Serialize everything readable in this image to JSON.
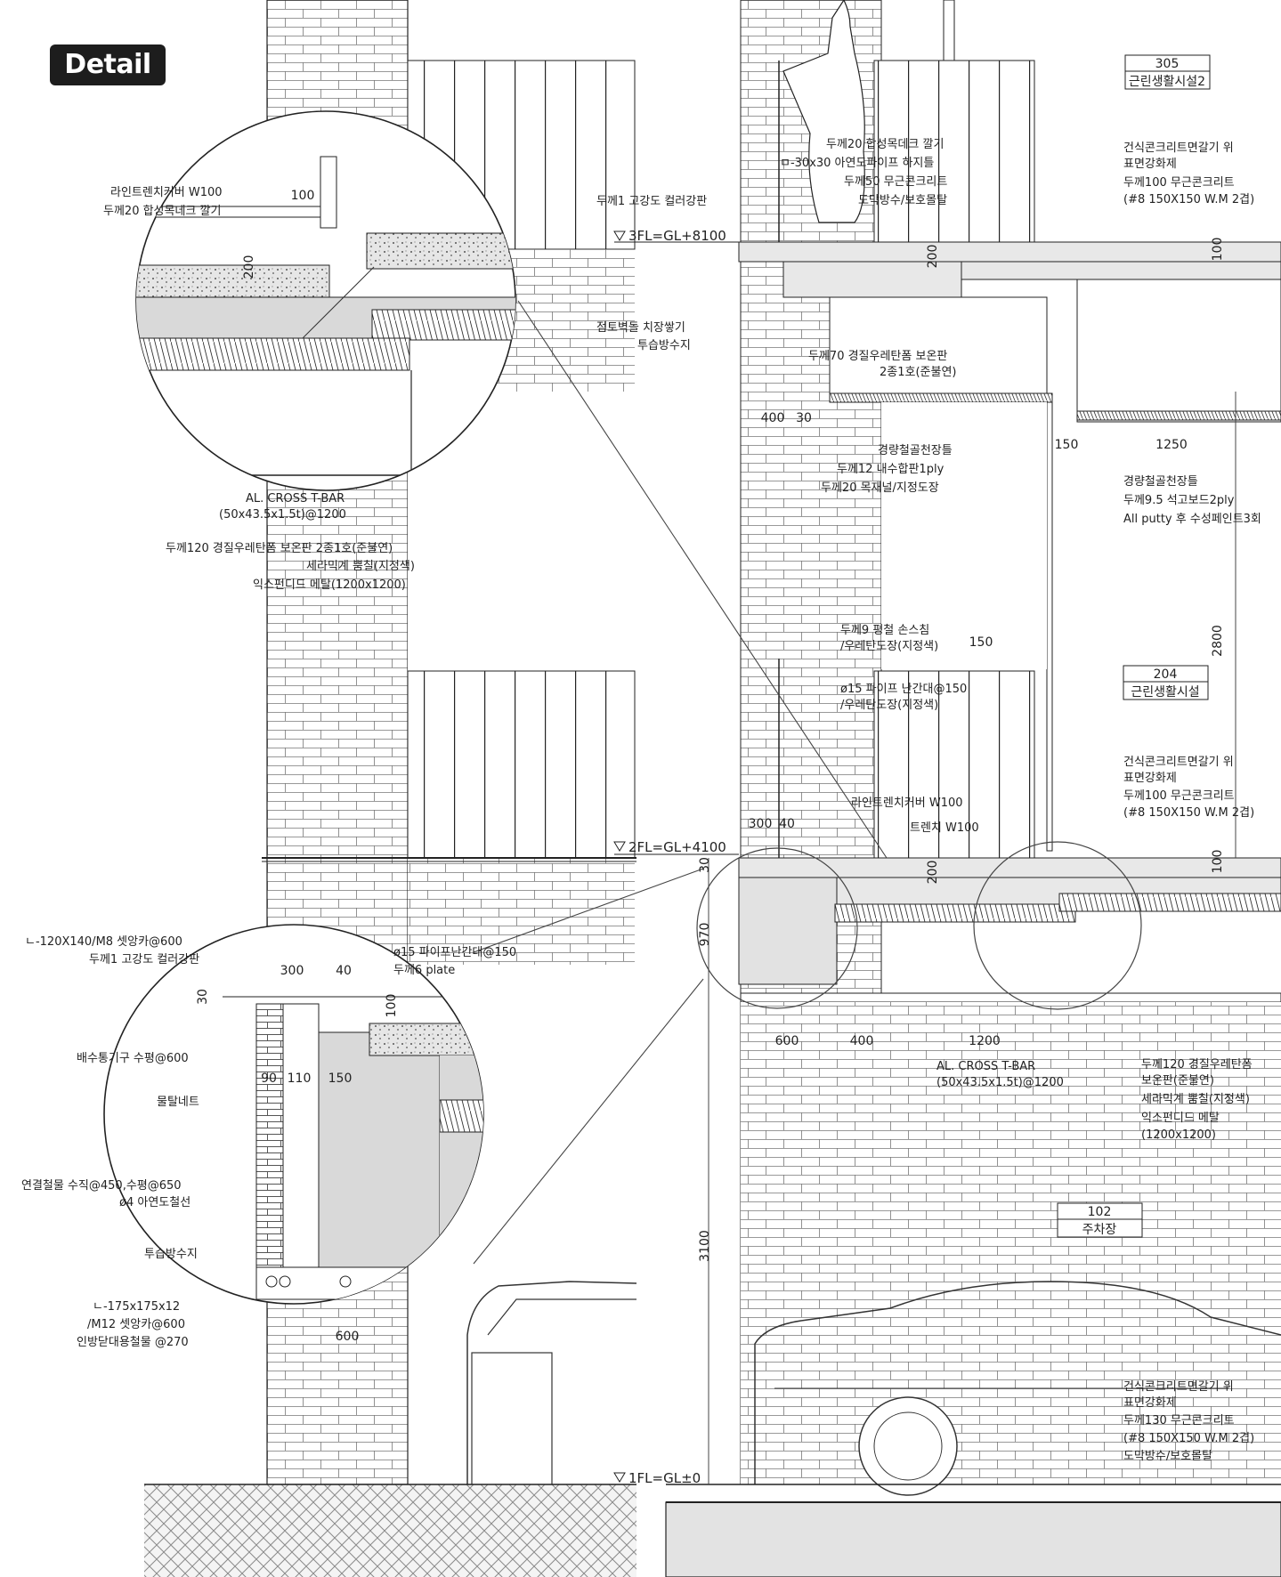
{
  "title": "Detail",
  "rooms": [
    {
      "number": "305",
      "name": "근린생활시설2"
    },
    {
      "number": "204",
      "name": "근린생활시설"
    },
    {
      "number": "102",
      "name": "주차장"
    }
  ],
  "levels": {
    "fl3": "3FL=GL+8100",
    "fl2": "2FL=GL+4100",
    "fl1": "1FL=GL±0"
  },
  "dimensions": {
    "d100_top": "100",
    "d200_top": "200",
    "d100_a": "100",
    "d200_a": "200",
    "d400_a": "400",
    "d30_a": "30",
    "d150_a": "150",
    "d1250": "1250",
    "d150_b": "150",
    "d2800": "2800",
    "d100_b": "100",
    "d300_a": "300",
    "d40_a": "40",
    "d200_b": "200",
    "d30_b": "30",
    "d970": "970",
    "d600_a": "600",
    "d400_b": "400",
    "d1200": "1200",
    "d3100": "3100",
    "d300_b": "300",
    "d40_b": "40",
    "d30_c": "30",
    "d100_c": "100",
    "d90": "90",
    "d110": "110",
    "d150_c": "150",
    "d600_b": "600"
  },
  "labels": {
    "top_circle_1": "라인트렌치커버 W100",
    "top_circle_2": "두께20 합성목데크 깔기",
    "top_circle_3": "AL. CROSS T-BAR",
    "top_circle_4": "(50x43.5x1.5t)@1200",
    "ceil_1": "두께120 경질우레탄폼 보온판 2종1호(준불연)",
    "ceil_2": "세라믹계 뿜칠(지정색)",
    "ceil_3": "익스펀디드 메탈(1200x1200)",
    "deck_1": "두께20 합성목데크 깔기",
    "deck_2": "ㅁ-30x30 아연도파이프 하지틀",
    "deck_3": "두께50 무근콘크리트",
    "deck_4": "도막방수/보호몰탈",
    "parapet_1": "두께1 고강도 컬러강판",
    "wall_1": "점토벽돌 치장쌓기",
    "wall_2": "투습방수지",
    "ins_1": "두께70 경질우레탄폼 보온판",
    "ins_2": "2종1호(준불연)",
    "slab3_1": "건식콘크리트면갈기 위",
    "slab3_2": "표면강화제",
    "slab3_3": "두께100 무근콘크리트",
    "slab3_4": "(#8 150X150 W.M 2겹)",
    "clg2_1": "경량철골천장틀",
    "clg2_2": "두께12 내수합판1ply",
    "clg2_3": "두께20 목재널/지정도장",
    "clg2r_1": "경량철골천장틀",
    "clg2r_2": "두께9.5 석고보드2ply",
    "clg2r_3": "All putty 후 수성페인트3회",
    "rail_1": "두께9 평철 손스침",
    "rail_2": "/우레탄도장(지정색)",
    "rail_3": "ø15 파이프 난간대@150",
    "rail_4": "/우레탄도장(지정색)",
    "slab2_1": "건식콘크리트면갈기 위",
    "slab2_2": "표면강화제",
    "slab2_3": "두께100 무근콘크리트",
    "slab2_4": "(#8 150X150 W.M 2겹)",
    "trench_1": "라인트렌치커버 W100",
    "trench_2": "트렌치 W100",
    "bar_1": "AL. CROSS T-BAR",
    "bar_2": "(50x43.5x1.5t)@1200",
    "bclg_1": "두께120 경질우레탄폼",
    "bclg_2": "보온판(준불연)",
    "bclg_3": "세라믹계 뿜칠(지정색)",
    "bclg_4": "익스펀디드 메탈",
    "bclg_5": "(1200x1200)",
    "gnd_1": "건식콘크리트면갈기 위",
    "gnd_2": "표면강화제",
    "gnd_3": "두께130 무근콘크리트",
    "gnd_4": "(#8 150X150 W.M 2겹)",
    "gnd_5": "도막방수/보호몰탈",
    "bc_1": "ㄴ-120X140/M8 셋앙카@600",
    "bc_2": "두께1 고강도 컬러강판",
    "bc_3": "ø15 파이프난간대@150",
    "bc_4": "두께6 plate",
    "bc_5": "배수통기구 수평@600",
    "bc_6": "물탈네트",
    "bc_7": "연결철물 수직@450,수평@650",
    "bc_8": "ø4 아연도철선",
    "bc_9": "투습방수지",
    "bc_10": "ㄴ-175x175x12",
    "bc_11": "/M12 셋앙카@600",
    "bc_12": "인방닫대용철물 @270"
  },
  "colors": {
    "line": "#1f1f1f",
    "badge": "#1d1d1d",
    "concrete": "#d9d9d9",
    "ground": "#eeeeee"
  }
}
